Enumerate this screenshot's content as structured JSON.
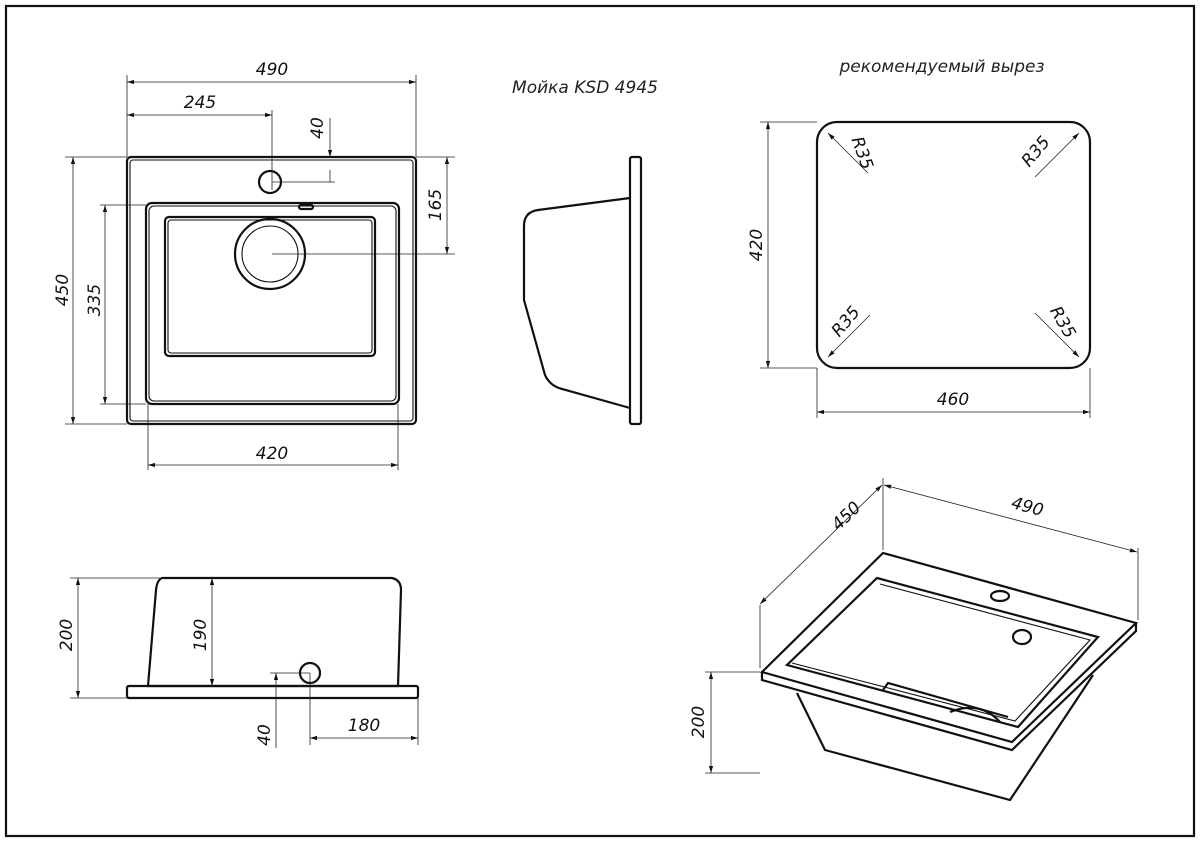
{
  "title": "Мойка KSD 4945",
  "cutout_title": "рекомендуемый вырез",
  "top_view": {
    "width": "490",
    "tap_offset": "245",
    "tap_edge": "40",
    "drain_offset": "165",
    "depth": "450",
    "bowl_depth": "335",
    "bowl_width": "420"
  },
  "cutout": {
    "height": "420",
    "width": "460",
    "radius": [
      "R35",
      "R35",
      "R35",
      "R35"
    ]
  },
  "front_view": {
    "height": "200",
    "bowl_height": "190",
    "drain_height": "40",
    "drain_offset": "180"
  },
  "iso_view": {
    "depth": "450",
    "width": "490",
    "height": "200"
  }
}
